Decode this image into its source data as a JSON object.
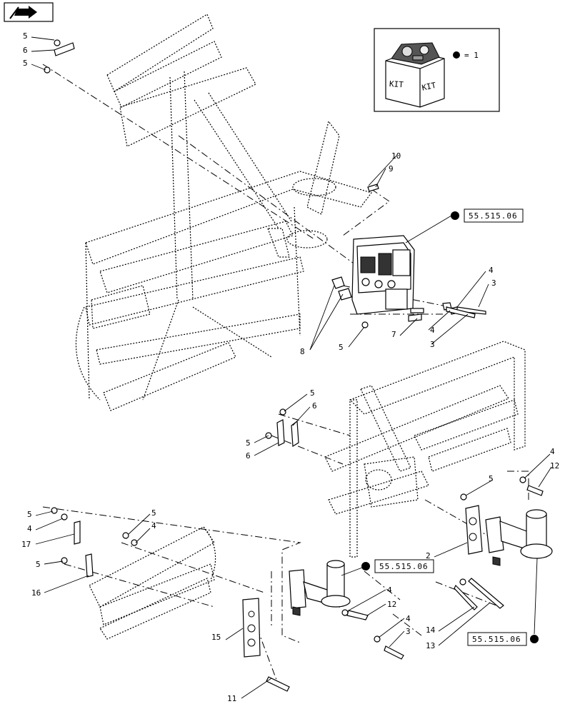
{
  "kit_legend": {
    "label_kit_1": "KIT",
    "label_kit_2": "KIT",
    "equals_text": "= 1"
  },
  "references": {
    "ref_top": "55.515.06",
    "ref_middle": "55.515.06",
    "ref_bottom": "55.515.06"
  },
  "callouts": {
    "c5_a": "5",
    "c6_a": "6",
    "c5_b": "5",
    "c10": "10",
    "c9": "9",
    "c4_a": "4",
    "c3_a": "3",
    "c4_b": "4",
    "c3_b": "3",
    "c7": "7",
    "c8": "8",
    "c5_c": "5",
    "c5_d": "5",
    "c6_b": "6",
    "c5_e": "5",
    "c6_c": "6",
    "c4_c": "4",
    "c12_a": "12",
    "c5_f": "5",
    "c5_g": "5",
    "c4_d": "4",
    "c17": "17",
    "c5_h": "5",
    "c4_e": "4",
    "c5_i": "5",
    "c16": "16",
    "c2": "2",
    "c4_f": "4",
    "c12_b": "12",
    "c4_g": "4",
    "c3_c": "3",
    "c15": "15",
    "c14": "14",
    "c13": "13",
    "c11": "11"
  },
  "colors": {
    "line": "#000000",
    "background": "#ffffff"
  },
  "icons": {
    "nav": "arrow-right-icon",
    "kit": "kit-box-icon"
  }
}
